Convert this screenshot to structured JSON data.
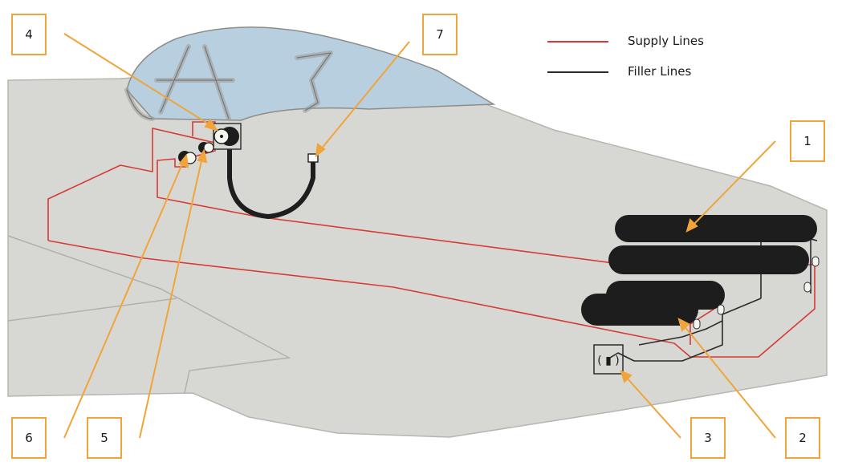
{
  "legend": {
    "supply_label": "Supply Lines",
    "filler_label": "Filler Lines"
  },
  "callouts": {
    "c1": "1",
    "c2": "2",
    "c3": "3",
    "c4": "4",
    "c5": "5",
    "c6": "6",
    "c7": "7"
  },
  "colors": {
    "supply_line": "#d63b35",
    "filler_line": "#2a2a2a",
    "callout": "#f0a43a",
    "fuselage": "#d7d8d4",
    "canopy": "#b8cfe0"
  }
}
